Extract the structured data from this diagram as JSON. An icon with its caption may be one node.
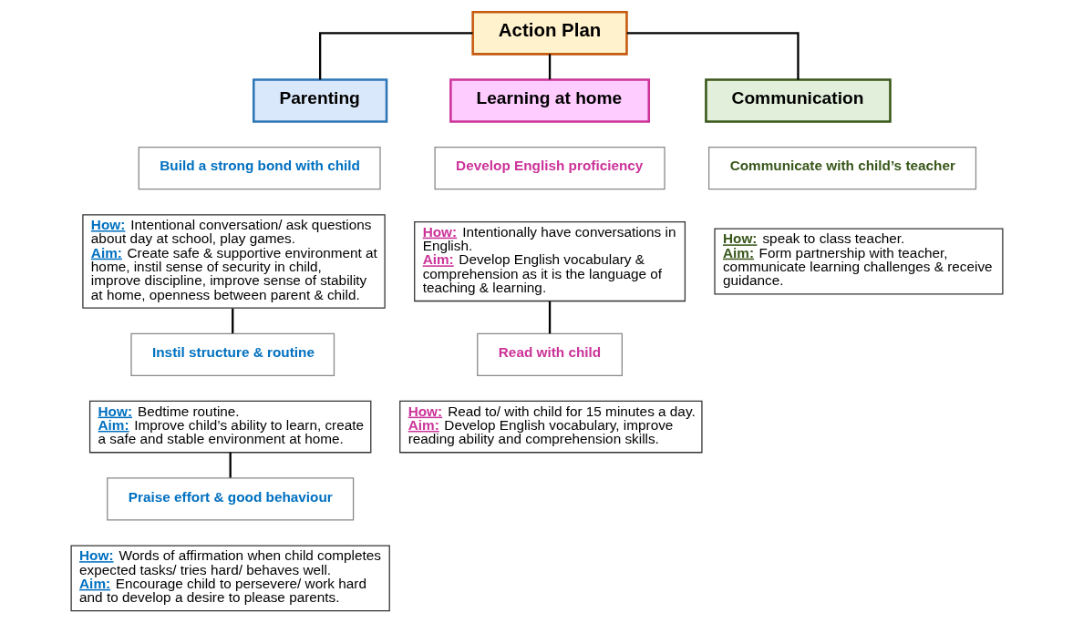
{
  "diagram": {
    "nodes": [
      {
        "text": [
          "Action Plan"
        ]
      },
      {
        "text": [
          "Parenting"
        ]
      },
      {
        "text": [
          "Learning at home"
        ]
      },
      {
        "text": [
          "Communication"
        ]
      },
      {
        "text": [
          "Build a strong bond with child"
        ]
      },
      {
        "text": [
          "How: Intentional conversation/ ask questions about day at school, play games.",
          "Aim: Create safe & supportive environment at home, instil sense of security in child, improve discipline, improve sense of stability at home, openness between parent & child."
        ]
      },
      {
        "text": [
          "Instil structure & routine"
        ]
      },
      {
        "text": [
          "How: Bedtime routine.",
          "Aim: Improve child’s ability to learn, create a safe and stable environment at home."
        ]
      },
      {
        "text": [
          "Praise effort & good behaviour"
        ]
      },
      {
        "text": [
          "How: Words of affirmation when child completes expected tasks/ tries hard/ behaves well.",
          "Aim: Encourage child to persevere/ work hard and to develop a desire to please parents."
        ]
      },
      {
        "text": [
          "Develop English proficiency"
        ]
      },
      {
        "text": [
          "How: Intentionally have conversations in English.",
          "Aim: Develop English vocabulary & comprehension as it is the language of teaching & learning."
        ]
      },
      {
        "text": [
          "Read with child"
        ]
      },
      {
        "text": [
          "How: Read to/ with child for 15 minutes a day.",
          "Aim: Develop English vocabulary, improve reading ability and comprehension skills."
        ]
      },
      {
        "text": [
          "Communicate with child’s teacher"
        ]
      },
      {
        "text": [
          "How: speak to class teacher.",
          "Aim: Form partnership with teacher, communicate learning challenges & receive guidance."
        ]
      }
    ],
    "edges": [
      {
        "from": 0,
        "to": 1,
        "arrow": "none"
      },
      {
        "from": 0,
        "to": 2,
        "arrow": "none"
      },
      {
        "from": 0,
        "to": 3,
        "arrow": "none"
      },
      {
        "from": 5,
        "to": 6,
        "arrow": "none"
      },
      {
        "from": 7,
        "to": 8,
        "arrow": "none"
      },
      {
        "from": 11,
        "to": 12,
        "arrow": "none"
      }
    ]
  }
}
